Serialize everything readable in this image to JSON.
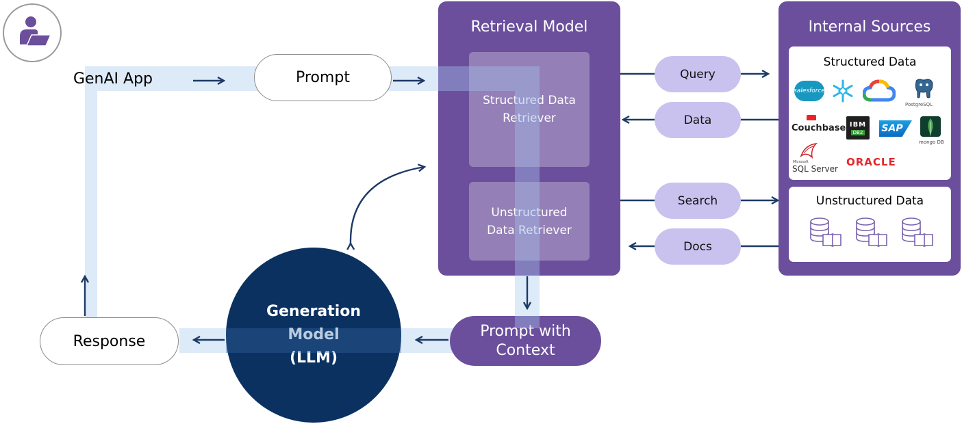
{
  "nodes": {
    "genai_app": "GenAI App",
    "prompt": "Prompt",
    "response": "Response",
    "generation_model": [
      "Generation",
      "Model",
      "(LLM)"
    ],
    "prompt_with_context": [
      "Prompt with",
      "Context"
    ]
  },
  "retrieval": {
    "title": "Retrieval Model",
    "structured_retriever": [
      "Structured Data",
      "Retriever"
    ],
    "unstructured_retriever": [
      "Unstructured",
      "Data Retriever"
    ]
  },
  "connectors": {
    "query": "Query",
    "data": "Data",
    "search": "Search",
    "docs": "Docs"
  },
  "sources": {
    "title": "Internal Sources",
    "structured_title": "Structured Data",
    "unstructured_title": "Unstructured Data",
    "logos": {
      "salesforce": "salesforce",
      "postgres": "PostgreSQL",
      "couchbase": "Couchbase",
      "ibm": "IBM",
      "db2": "DB2",
      "sap": "SAP",
      "mongodb": "mongo DB",
      "sqlserver_small": "Microsoft",
      "sqlserver": "SQL Server",
      "oracle": "ORACLE"
    },
    "unstructured_icons": [
      "database-docs-icon",
      "database-docs-icon",
      "database-docs-icon"
    ]
  },
  "colors": {
    "purple": "#6b4f9c",
    "lavender": "#c9c2ee",
    "navy": "#0b3160",
    "flow": "#bcd6f2",
    "arrow": "#1d3a66"
  }
}
